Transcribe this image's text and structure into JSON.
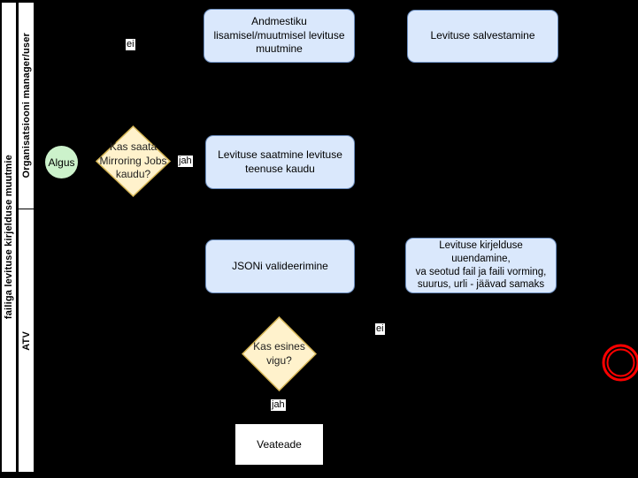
{
  "pool": {
    "title": "failiga levituse kirjelduse muutmie",
    "lanes": [
      {
        "label": "Organisatsiooni manager/user"
      },
      {
        "label": "ATV"
      }
    ]
  },
  "nodes": {
    "start": {
      "label": "Algus",
      "type": "start-event"
    },
    "decision_mirroring": {
      "label": "Kas saata\nMirroring Jobs\nkaudu?",
      "type": "decision"
    },
    "task_andmestiku": {
      "label": "Andmestiku\nlisamisel/muutmisel levituse\nmuutmine",
      "type": "task"
    },
    "task_salvestamine": {
      "label": "Levituse salvestamine",
      "type": "task"
    },
    "task_saatmine": {
      "label": "Levituse saatmine levituse\nteenuse kaudu",
      "type": "task"
    },
    "task_json": {
      "label": "JSONi valideerimine",
      "type": "task"
    },
    "task_uuendamine": {
      "label": "Levituse kirjelduse\nuuendamine,\nva seotud fail ja faili vorming,\nsuurus, urli - jäävad samaks",
      "type": "task"
    },
    "decision_vigu": {
      "label": "Kas esines\nvigu?",
      "type": "decision"
    },
    "task_veateade": {
      "label": "Veateade",
      "type": "plain-box"
    },
    "end": {
      "label": "",
      "type": "end-event"
    }
  },
  "edge_labels": {
    "mirroring_no": "ei",
    "mirroring_yes": "jah",
    "vigu_no": "ei",
    "vigu_yes": "jah"
  },
  "colors": {
    "background": "#000000",
    "lane_bg": "#ffffff",
    "lane_border": "#000000",
    "task_fill": "#dae8fc",
    "task_stroke": "#6c8ebf",
    "decision_fill": "#fff2cc",
    "decision_stroke": "#d6b656",
    "start_fill": "#ccf2cb",
    "end_stroke": "#ff0000",
    "text": "#000000"
  }
}
